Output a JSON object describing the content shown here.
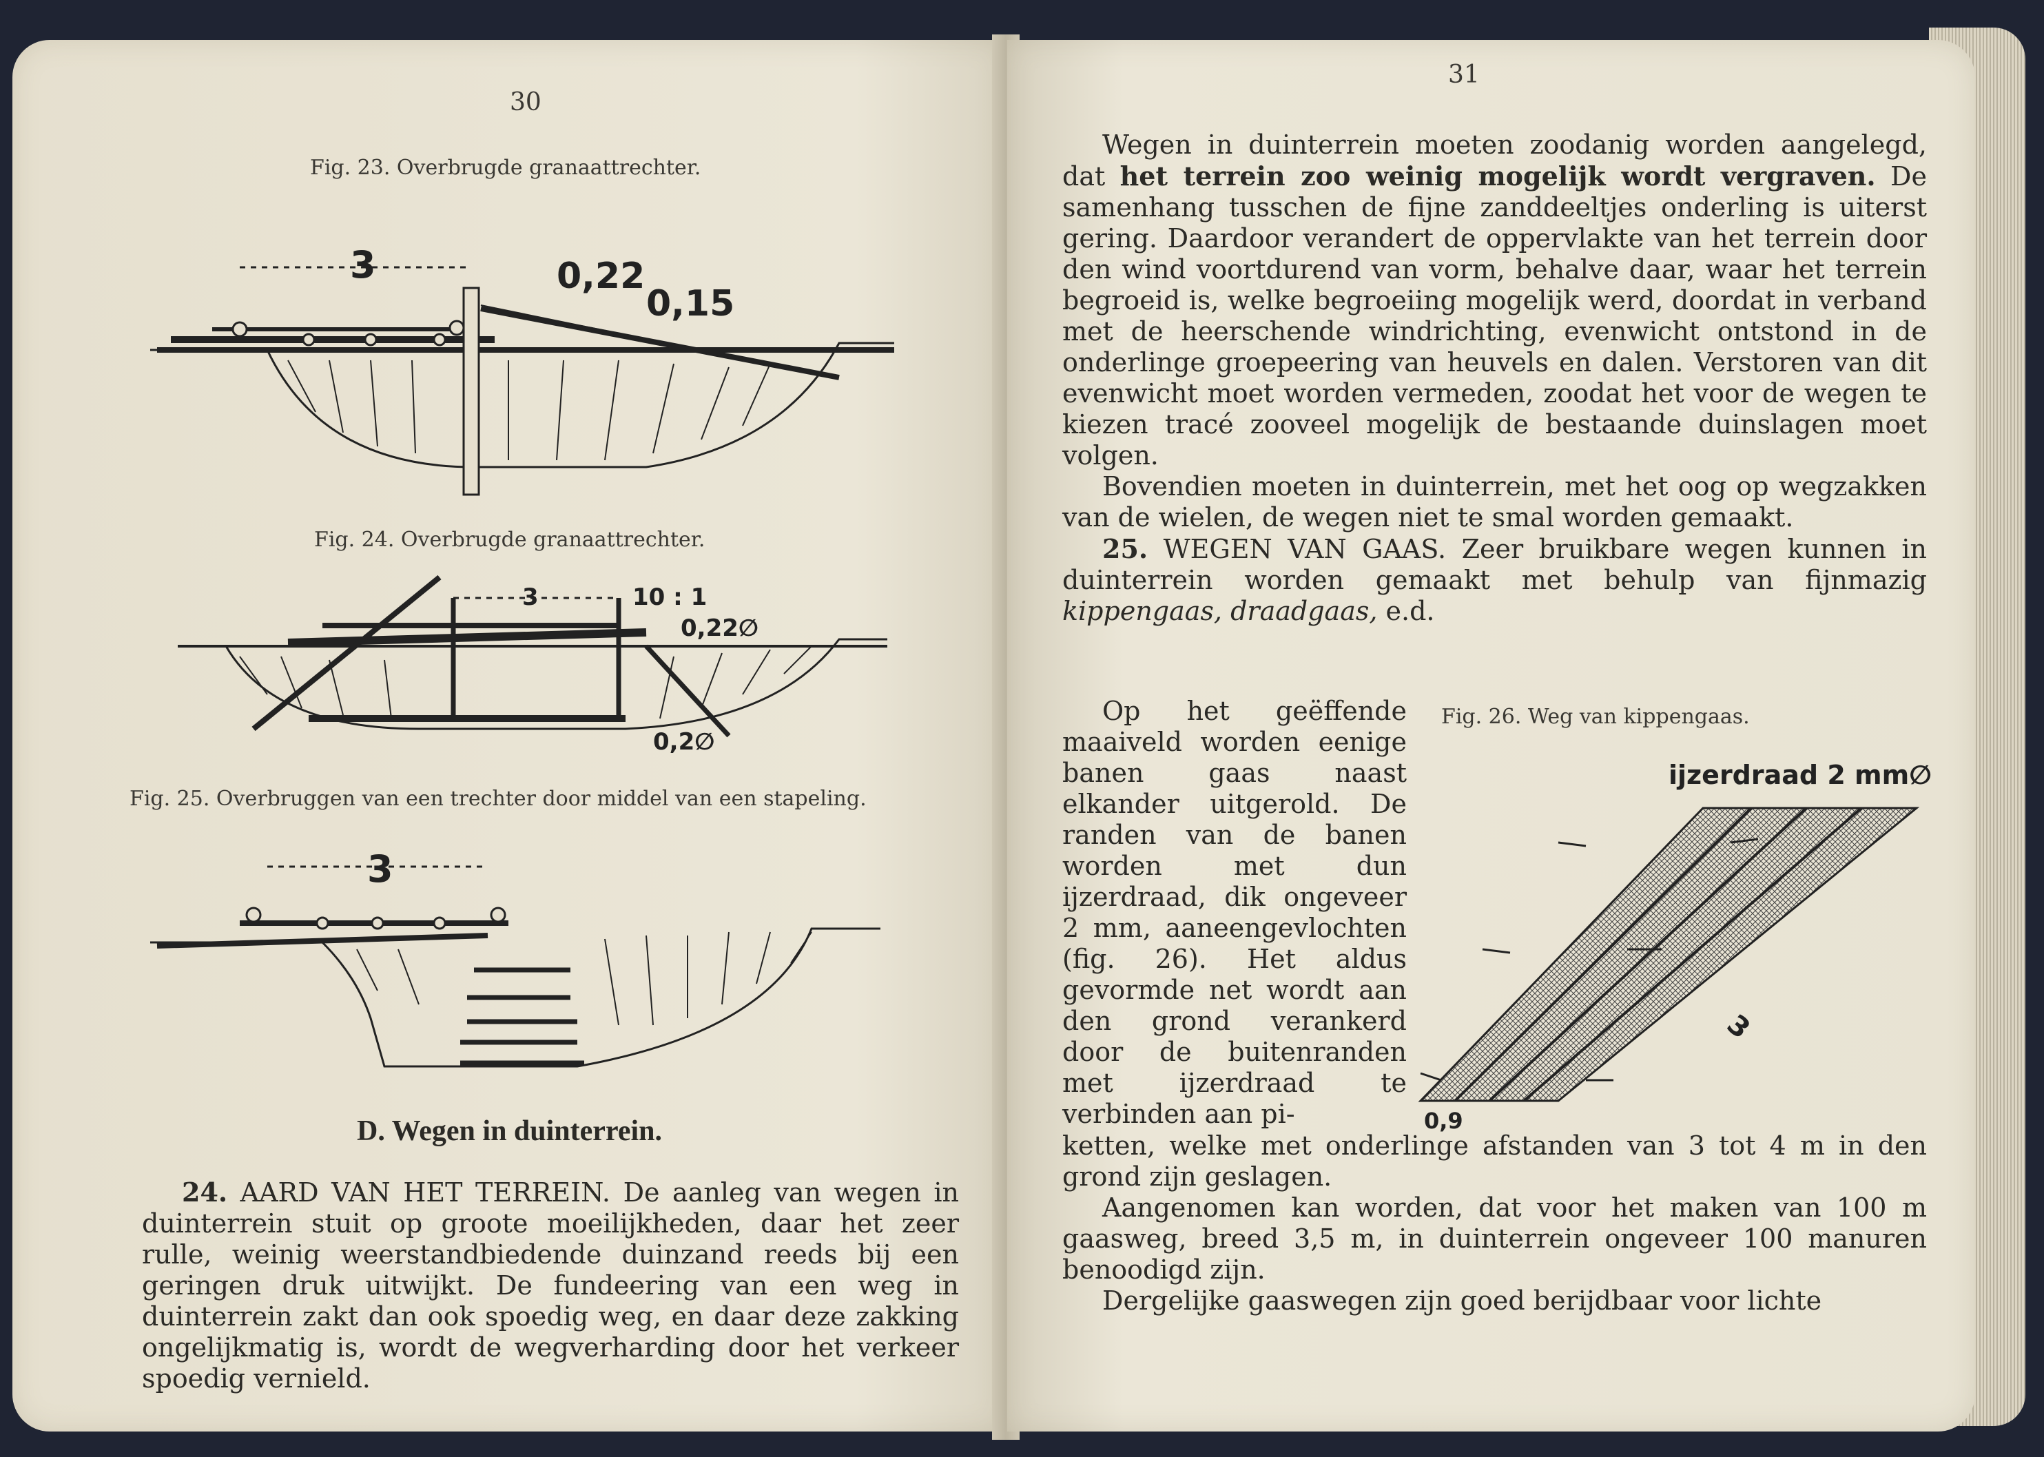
{
  "left_page": {
    "page_number": "30",
    "fig23_caption": "Fig. 23.   Overbrugde granaattrechter.",
    "fig23_labels": {
      "span": "3",
      "a": "0,22",
      "b": "0,15"
    },
    "fig24_caption": "Fig. 24.   Overbrugde granaattrechter.",
    "fig24_labels": {
      "span": "3",
      "ratio": "10 : 1",
      "a": "0,22∅",
      "b": "0,2∅"
    },
    "fig25_caption": "Fig. 25.   Overbruggen van een trechter door middel van een stapeling.",
    "fig25_labels": {
      "span": "3"
    },
    "section_heading": "D.   Wegen in duinterrein.",
    "para24_number": "24.",
    "para24_title": "AARD VAN HET TERREIN.",
    "para24_text": "De aanleg van wegen in duinterrein stuit op groote moeilijkheden, daar het zeer rulle, weinig weerstandbiedende duinzand reeds bij een geringen druk uitwijkt. De fundeering van een weg in duinterrein zakt dan ook spoedig weg, en daar deze zakking ongelijkmatig is, wordt de wegverharding door het verkeer spoedig vernield."
  },
  "right_page": {
    "page_number": "31",
    "p1_start": "Wegen in duinterrein moeten zoodanig worden aangelegd, dat",
    "p1_bold": "het terrein zoo weinig mogelijk wordt vergraven.",
    "p1_rest": "De samenhang tusschen de fijne zanddeeltjes onderling is uiterst gering. Daardoor verandert de oppervlakte van het terrein door den wind voortdurend van vorm, behalve daar, waar het terrein begroeid is, welke begroeiing mogelijk werd, doordat in verband met de heerschende windrichting, evenwicht ontstond in de onderlinge groepeering van heuvels en dalen. Verstoren van dit evenwicht moet worden vermeden, zoodat het voor de wegen te kiezen tracé zooveel mogelijk de bestaande duinslagen moet volgen.",
    "p2": "Bovendien moeten in duinterrein, met het oog op wegzakken van de wielen, de wegen niet te smal worden gemaakt.",
    "para25_number": "25.",
    "para25_title": "WEGEN VAN GAAS.",
    "para25_text": "Zeer bruikbare wegen kunnen in duinterrein worden gemaakt met behulp van fijnmazig",
    "para25_italic": "kippengaas, draadgaas,",
    "para25_end": "e.d.",
    "p3_narrow": "Op het geëffende maaiveld worden eenige banen gaas naast elkander uitgerold. De randen van de banen worden met dun ijzerdraad, dik ongeveer 2 mm, aaneengevlochten (fig. 26). Het aldus gevormde net wordt aan den grond verankerd door de buitenranden met ijzerdraad te verbinden aan pi-",
    "p3_wide": "ketten, welke met onderlinge afstanden van 3 tot 4 m in den grond zijn geslagen.",
    "p4": "Aangenomen kan worden, dat voor het maken van 100 m gaasweg, breed 3,5 m, in duinterrein ongeveer 100 manuren benoodigd zijn.",
    "p5": "Dergelijke gaaswegen zijn goed berijdbaar voor lichte",
    "fig26_caption": "Fig. 26.   Weg van kippengaas.",
    "fig26_labels": {
      "wire": "ijzerdraad 2 mm∅",
      "length": "3",
      "width": "0,9"
    }
  }
}
